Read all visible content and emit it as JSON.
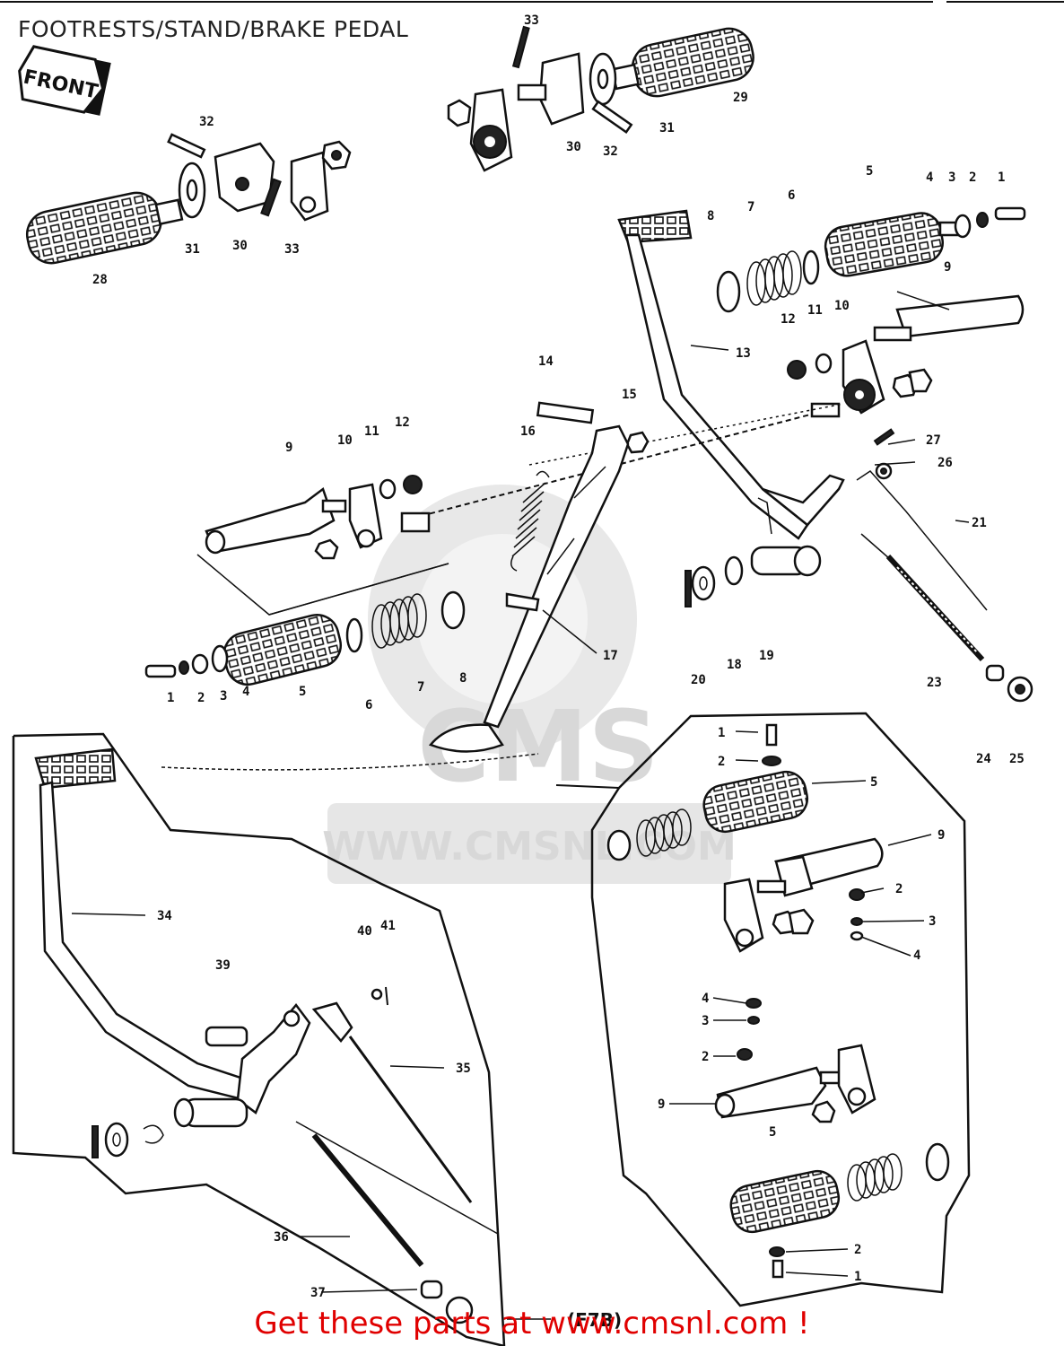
{
  "header": {
    "title": "FOOTRESTS/STAND/BRAKE PEDAL"
  },
  "diagram": {
    "front_marker": "FRONT",
    "variant_label": "(F7B)",
    "watermark": {
      "brand": "CMS",
      "site": "WWW.CMSNL.COM"
    },
    "callouts": [
      "1",
      "2",
      "3",
      "4",
      "5",
      "6",
      "7",
      "8",
      "9",
      "10",
      "11",
      "12",
      "13",
      "14",
      "15",
      "16",
      "17",
      "18",
      "19",
      "20",
      "21",
      "23",
      "24",
      "25",
      "26",
      "27",
      "28",
      "29",
      "30",
      "31",
      "32",
      "33",
      "34",
      "35",
      "36",
      "37",
      "39",
      "40",
      "41"
    ]
  },
  "footer": {
    "text": "Get these parts at www.cmsnl.com !"
  }
}
